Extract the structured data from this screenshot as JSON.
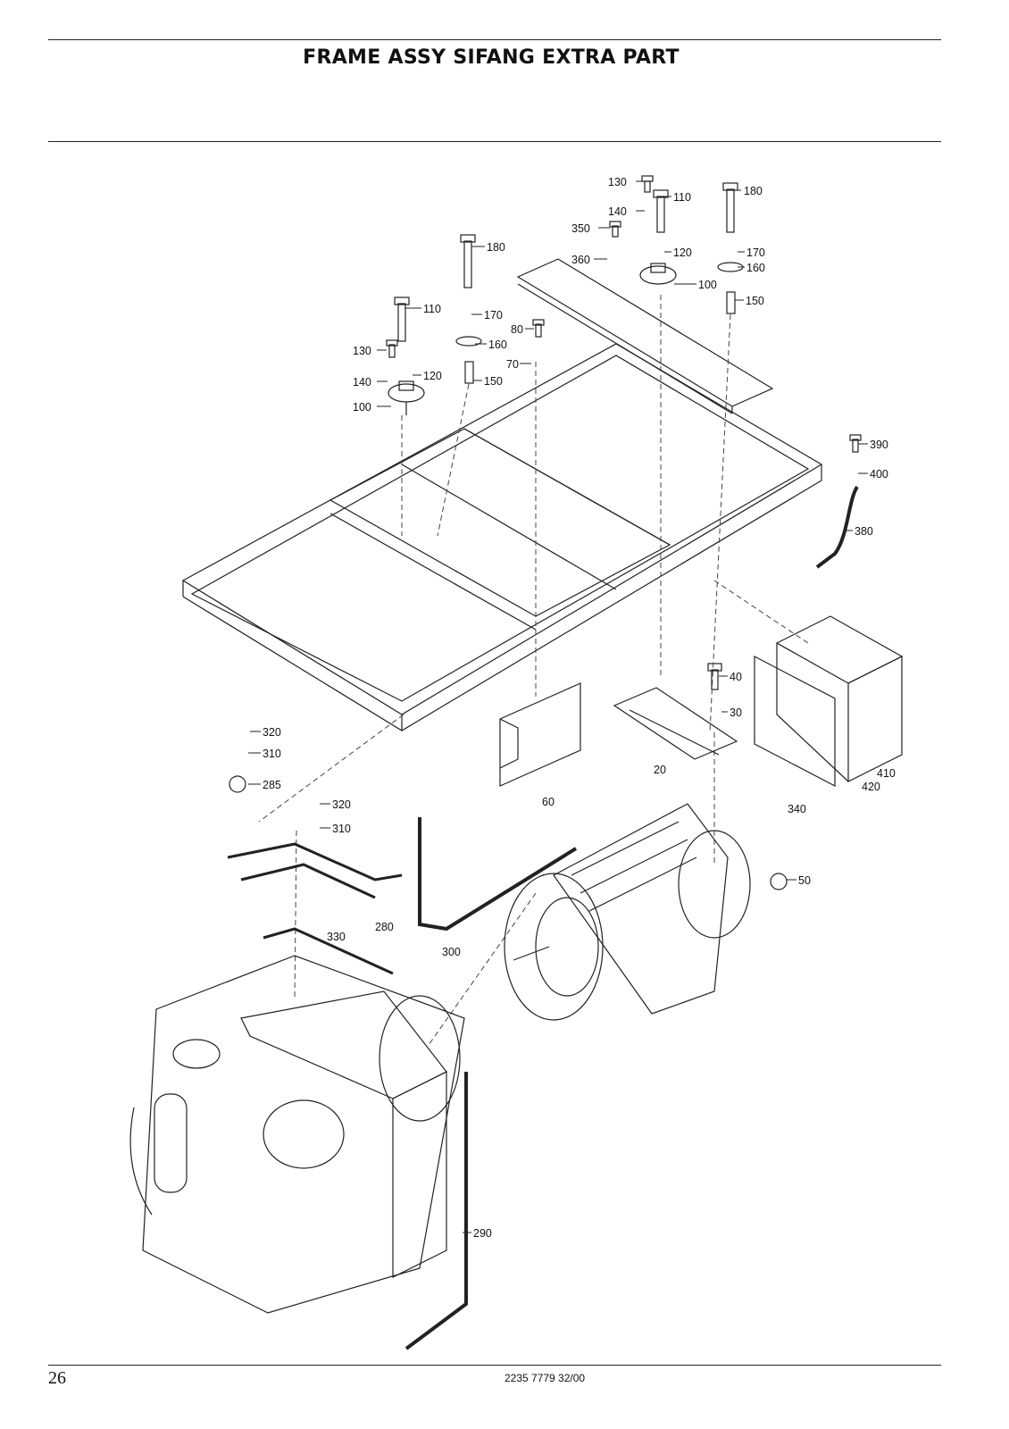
{
  "page": {
    "title": "FRAME ASSY SIFANG EXTRA PART",
    "page_number": "26",
    "document_number": "2235 7779 32/00"
  },
  "diagram": {
    "callouts": [
      "130",
      "110",
      "180",
      "140",
      "350",
      "120",
      "170",
      "360",
      "160",
      "100",
      "150",
      "180",
      "110",
      "170",
      "80",
      "160",
      "130",
      "120",
      "70",
      "150",
      "140",
      "100",
      "390",
      "400",
      "380",
      "40",
      "30",
      "20",
      "60",
      "340",
      "410",
      "420",
      "320",
      "310",
      "285",
      "320",
      "310",
      "50",
      "280",
      "330",
      "300",
      "290"
    ]
  }
}
